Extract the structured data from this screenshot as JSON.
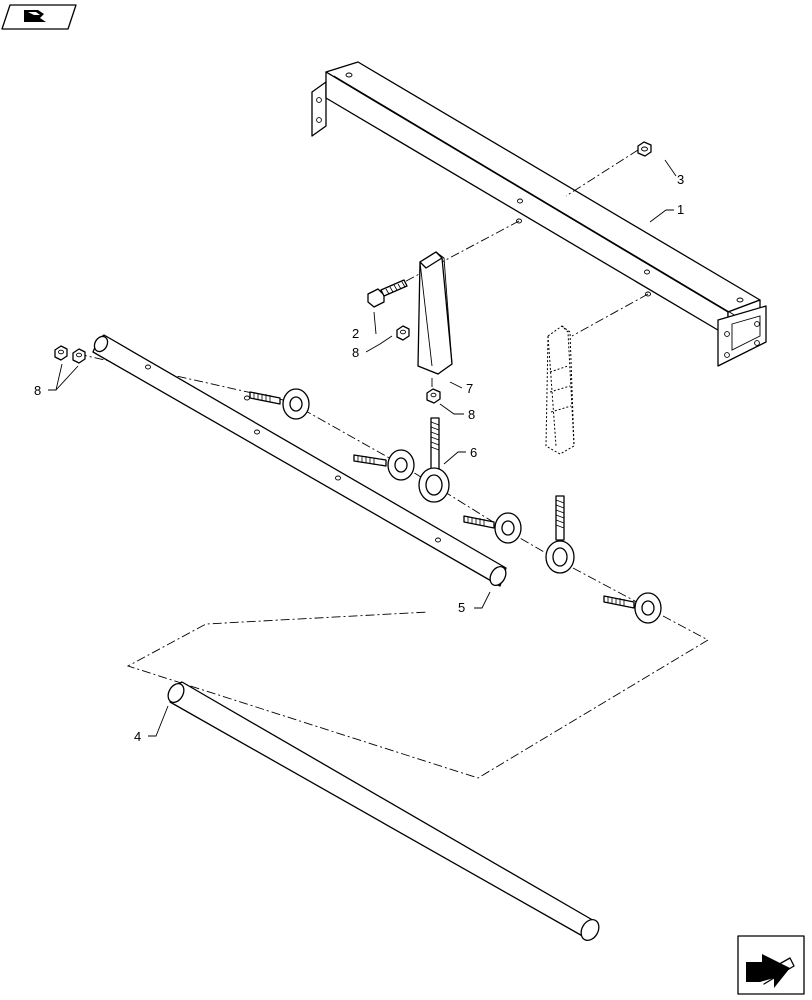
{
  "callouts": [
    {
      "label": "1"
    },
    {
      "label": "2"
    },
    {
      "label": "3"
    },
    {
      "label": "4"
    },
    {
      "label": "5"
    },
    {
      "label": "6"
    },
    {
      "label": "7"
    },
    {
      "label": "8"
    },
    {
      "label": "8"
    },
    {
      "label": "8"
    }
  ],
  "icons": {
    "top_left": "navigation-arrow-icon",
    "bottom_right": "next-page-arrow-icon"
  },
  "colors": {
    "line": "#000000",
    "background": "#ffffff"
  }
}
